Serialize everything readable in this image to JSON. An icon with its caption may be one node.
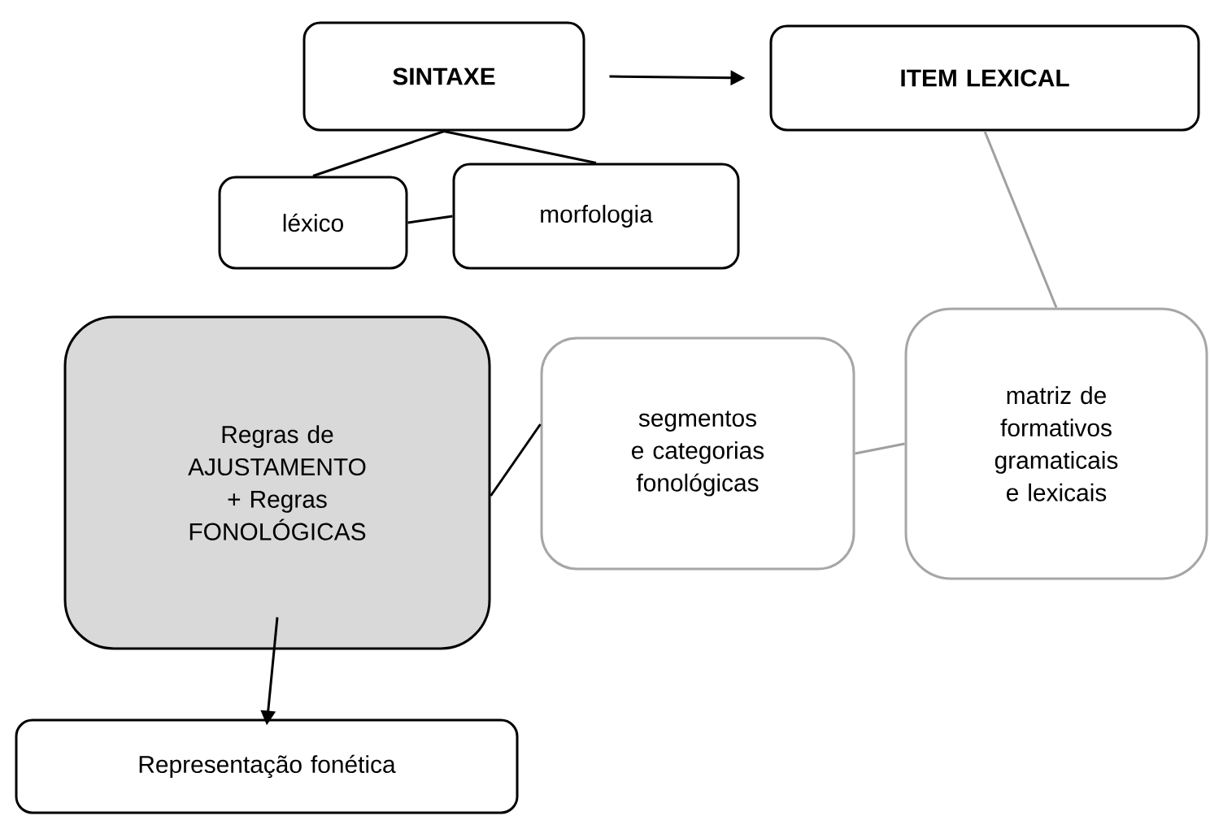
{
  "diagram": {
    "nodes": [
      {
        "text": [
          "SINTAXE"
        ]
      },
      {
        "text": [
          "ITEM LEXICAL"
        ]
      },
      {
        "text": [
          "léxico"
        ]
      },
      {
        "text": [
          "morfologia"
        ]
      },
      {
        "text": [
          "Regras de AJUSTAMENTO + Regras FONOLÓGICAS"
        ]
      },
      {
        "text": [
          "segmentos e categorias fonológicas"
        ]
      },
      {
        "text": [
          "matriz de formativos gramaticais e lexicais"
        ]
      },
      {
        "text": [
          "Representação fonética"
        ]
      }
    ],
    "edges": [
      {
        "from": 0,
        "to": 1,
        "arrow": "to"
      },
      {
        "from": 0,
        "to": 2,
        "arrow": "none"
      },
      {
        "from": 0,
        "to": 3,
        "arrow": "none"
      },
      {
        "from": 2,
        "to": 3,
        "arrow": "none"
      },
      {
        "from": 1,
        "to": 6,
        "arrow": "none",
        "color": "#a0a0a0"
      },
      {
        "from": 6,
        "to": 5,
        "arrow": "none",
        "color": "#a0a0a0"
      },
      {
        "from": 5,
        "to": 4,
        "arrow": "none"
      },
      {
        "from": 4,
        "to": 7,
        "arrow": "to"
      }
    ]
  }
}
